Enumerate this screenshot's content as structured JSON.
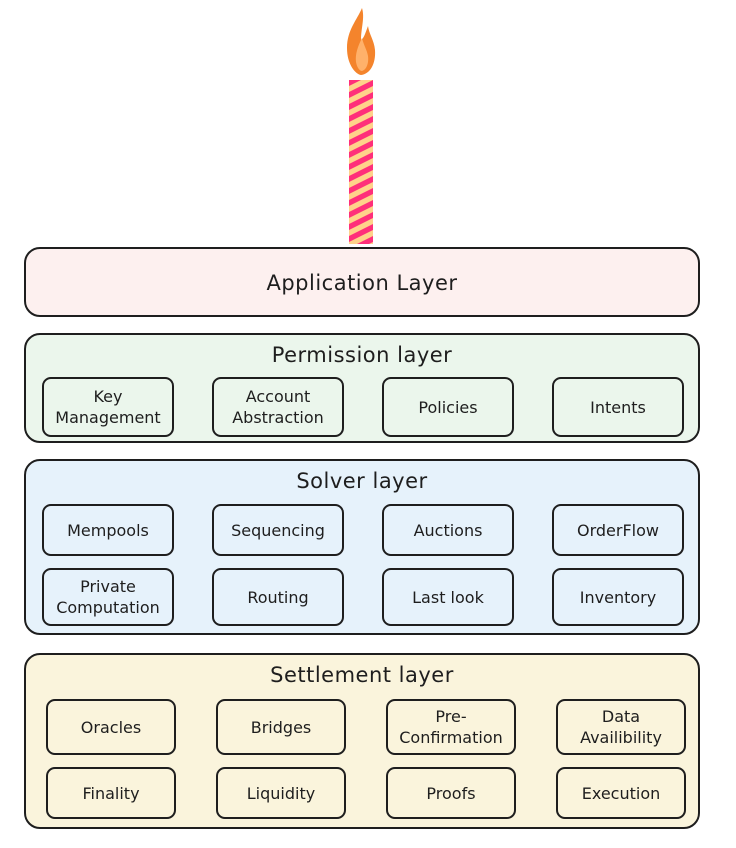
{
  "diagram": {
    "colors": {
      "application_fill": "#fdf0ef",
      "permission_fill": "#ebf6ec",
      "solver_fill": "#e6f2fb",
      "settlement_fill": "#faf4dc",
      "candle_stripe_pink": "#ff2f7a",
      "candle_stripe_yellow": "#ffd28a",
      "flame_outer": "#f4842c",
      "flame_inner": "#ffb16a"
    },
    "candle": {
      "icon": "birthday-candle-icon"
    },
    "application_layer": {
      "title": "Application Layer"
    },
    "permission_layer": {
      "title": "Permission layer",
      "items": [
        {
          "line1": "Key",
          "line2": "Management"
        },
        {
          "line1": "Account",
          "line2": "Abstraction"
        },
        {
          "line1": "Policies",
          "line2": ""
        },
        {
          "line1": "Intents",
          "line2": ""
        }
      ]
    },
    "solver_layer": {
      "title": "Solver layer",
      "items": [
        {
          "line1": "Mempools",
          "line2": ""
        },
        {
          "line1": "Sequencing",
          "line2": ""
        },
        {
          "line1": "Auctions",
          "line2": ""
        },
        {
          "line1": "OrderFlow",
          "line2": ""
        },
        {
          "line1": "Private",
          "line2": "Computation"
        },
        {
          "line1": "Routing",
          "line2": ""
        },
        {
          "line1": "Last look",
          "line2": ""
        },
        {
          "line1": "Inventory",
          "line2": ""
        }
      ]
    },
    "settlement_layer": {
      "title": "Settlement layer",
      "items": [
        {
          "line1": "Oracles",
          "line2": ""
        },
        {
          "line1": "Bridges",
          "line2": ""
        },
        {
          "line1": "Pre-",
          "line2": "Confirmation"
        },
        {
          "line1": "Data",
          "line2": "Availibility"
        },
        {
          "line1": "Finality",
          "line2": ""
        },
        {
          "line1": "Liquidity",
          "line2": ""
        },
        {
          "line1": "Proofs",
          "line2": ""
        },
        {
          "line1": "Execution",
          "line2": ""
        }
      ]
    }
  }
}
